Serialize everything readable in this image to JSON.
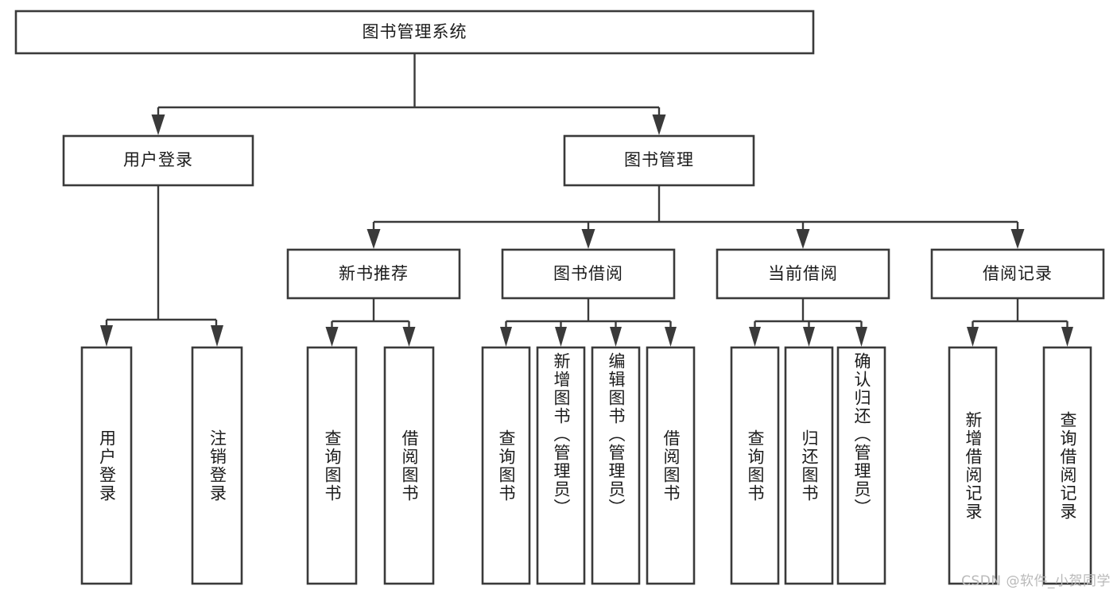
{
  "diagram": {
    "type": "tree-hierarchy",
    "title": "图书管理系统",
    "watermark": "CSDN @软件_小贺同学",
    "orientation": "top-down",
    "colors": {
      "box_fill": "#ffffff",
      "box_stroke": "#3a3a3a",
      "connector": "#3a3a3a",
      "text": "#1b1b1b",
      "watermark": "#b9b9b9",
      "background": "#ffffff"
    },
    "root": {
      "id": "root",
      "label": "图书管理系统"
    },
    "level2": [
      {
        "id": "user-login",
        "label": "用户登录"
      },
      {
        "id": "book-manage",
        "label": "图书管理"
      }
    ],
    "level3": [
      {
        "id": "new-book-recommend",
        "label": "新书推荐",
        "parent": "book-manage"
      },
      {
        "id": "book-borrow",
        "label": "图书借阅",
        "parent": "book-manage"
      },
      {
        "id": "current-borrow",
        "label": "当前借阅",
        "parent": "book-manage"
      },
      {
        "id": "borrow-record",
        "label": "借阅记录",
        "parent": "book-manage"
      }
    ],
    "leaves": [
      {
        "id": "leaf-user-login",
        "label": "用户登录",
        "parent": "user-login"
      },
      {
        "id": "leaf-logout",
        "label": "注销登录",
        "parent": "user-login"
      },
      {
        "id": "leaf-query-book-1",
        "label": "查询图书",
        "parent": "new-book-recommend"
      },
      {
        "id": "leaf-borrow-book-1",
        "label": "借阅图书",
        "parent": "new-book-recommend"
      },
      {
        "id": "leaf-query-book-2",
        "label": "查询图书",
        "parent": "book-borrow"
      },
      {
        "id": "leaf-add-book",
        "label": "新增图书（管理员）",
        "parent": "book-borrow"
      },
      {
        "id": "leaf-edit-book",
        "label": "编辑图书（管理员）",
        "parent": "book-borrow"
      },
      {
        "id": "leaf-borrow-book-2",
        "label": "借阅图书",
        "parent": "book-borrow"
      },
      {
        "id": "leaf-query-book-3",
        "label": "查询图书",
        "parent": "current-borrow"
      },
      {
        "id": "leaf-return-book",
        "label": "归还图书",
        "parent": "current-borrow"
      },
      {
        "id": "leaf-confirm-return",
        "label": "确认归还（管理员）",
        "parent": "current-borrow"
      },
      {
        "id": "leaf-add-record",
        "label": "新增借阅记录",
        "parent": "borrow-record"
      },
      {
        "id": "leaf-query-record",
        "label": "查询借阅记录",
        "parent": "borrow-record"
      }
    ]
  }
}
